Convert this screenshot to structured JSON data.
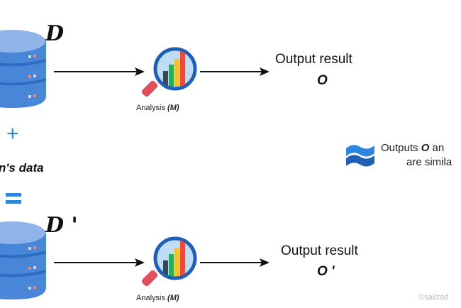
{
  "diagram": {
    "top_row": {
      "dataset_label": "D",
      "analysis_label": "Analysis",
      "analysis_symbol": "(M)",
      "output_title": "Output result",
      "output_symbol": "O"
    },
    "middle": {
      "plus_symbol": "+",
      "added_data_label": "n's data",
      "equals_symbol": "="
    },
    "bottom_row": {
      "dataset_label": "D '",
      "analysis_label": "Analysis",
      "analysis_symbol": "(M)",
      "output_title": "Output result",
      "output_symbol": "O '"
    },
    "comparison": {
      "icon": "approximately-equal-icon",
      "line1_prefix": "Outputs",
      "line1_symbol": "O",
      "line1_suffix": "an",
      "line2": "are simila"
    },
    "watermark": "©sailzad",
    "colors": {
      "database_blue": "#4a86d8",
      "database_top": "#8fb4ea",
      "accent_blue": "#2f86de",
      "magnifier_rim": "#1f5fb5",
      "handle_red": "#e0505a",
      "bar_dark": "#34495e",
      "bar_green": "#27ae60",
      "bar_yellow": "#f2c12e",
      "bar_red": "#e74c3c"
    }
  }
}
